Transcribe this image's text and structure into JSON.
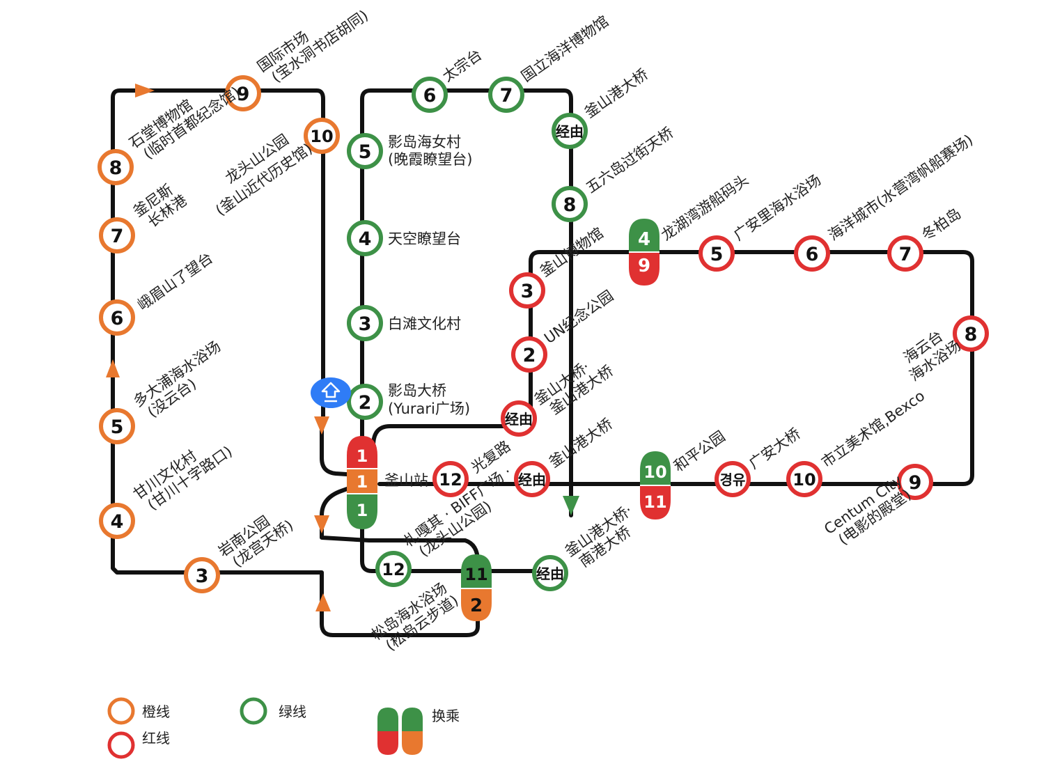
{
  "colors": {
    "orange": "#e8782f",
    "green": "#3d9147",
    "red": "#e03131",
    "line": "#111111",
    "pin": "#2f7cf6"
  },
  "orange_line": {
    "stations": [
      {
        "num": "3",
        "label": [
          "岩南公园",
          "(龙宫天桥)"
        ]
      },
      {
        "num": "4",
        "label": [
          "甘川文化村",
          "(甘川十字路口)"
        ]
      },
      {
        "num": "5",
        "label": [
          "多大浦海水浴场",
          "(没云台)"
        ]
      },
      {
        "num": "6",
        "label": [
          "峨眉山了望台"
        ]
      },
      {
        "num": "7",
        "label": [
          "釜尼斯",
          "长林港"
        ]
      },
      {
        "num": "8",
        "label": [
          "石堂博物馆",
          "(临时首都纪念馆)"
        ]
      },
      {
        "num": "9",
        "label": [
          "国际市场",
          "(宝水洞书店胡同)"
        ]
      },
      {
        "num": "10",
        "label": [
          "龙头山公园",
          "(釜山近代历史馆)"
        ]
      }
    ]
  },
  "green_line": {
    "stations": [
      {
        "num": "2",
        "label": [
          "影岛大桥",
          "(Yurari广场)"
        ]
      },
      {
        "num": "3",
        "label": [
          "白滩文化村"
        ]
      },
      {
        "num": "4",
        "label": [
          "天空瞭望台"
        ]
      },
      {
        "num": "5",
        "label": [
          "影岛海女村",
          "(晚霞瞭望台)"
        ]
      },
      {
        "num": "6",
        "label": [
          "太宗台"
        ]
      },
      {
        "num": "7",
        "label": [
          "国立海洋博物馆"
        ]
      },
      {
        "num": "经由",
        "label": [
          "釜山港大桥"
        ]
      },
      {
        "num": "8",
        "label": [
          "五六岛过街天桥"
        ]
      },
      {
        "num": "经由",
        "label": [
          "釜山港大桥·",
          "南港大桥"
        ]
      },
      {
        "num": "12",
        "label": []
      }
    ]
  },
  "red_line": {
    "stations": [
      {
        "num": "12",
        "label": [
          "光复路"
        ]
      },
      {
        "num": "经由",
        "label": [
          "釜山港大桥"
        ]
      },
      {
        "num": "경유",
        "label": [
          "广安大桥"
        ]
      },
      {
        "num": "10",
        "label": [
          "市立美术馆,Bexco"
        ]
      },
      {
        "num": "9",
        "label": [
          "Centum City",
          "(电影的殿堂)"
        ]
      },
      {
        "num": "8",
        "label": [
          "海云台",
          "海水浴场"
        ]
      },
      {
        "num": "7",
        "label": [
          "冬柏岛"
        ]
      },
      {
        "num": "6",
        "label": [
          "海洋城市(水营湾帆船赛场)"
        ]
      },
      {
        "num": "5",
        "label": [
          "广安里海水浴场"
        ]
      },
      {
        "num": "3",
        "label": [
          "釜山博物馆"
        ]
      },
      {
        "num": "2",
        "label": [
          "UN纪念公园"
        ]
      },
      {
        "num": "经由",
        "label": [
          "釜山大桥·",
          "釜山港大桥"
        ]
      }
    ]
  },
  "transfers": [
    {
      "top": "1",
      "mid": "1",
      "bottom": "1",
      "label": [
        "釜山站"
      ]
    },
    {
      "top": "4",
      "bottom": "9",
      "label": [
        "龙湖湾游船码头"
      ]
    },
    {
      "top": "10",
      "bottom": "11",
      "label": [
        "和平公园"
      ]
    },
    {
      "top": "11",
      "bottom": "2",
      "label": [
        "松岛海水浴场",
        "(松岛云步道)"
      ]
    }
  ],
  "extra_labels": [
    [
      "札嘎其 · BIFF广场 ·",
      "(龙头山公园)"
    ]
  ],
  "pin_icon": "home-arrow-icon",
  "legend": {
    "orange": "橙线",
    "red": "红线",
    "green": "绿线",
    "transfer": "换乘"
  }
}
